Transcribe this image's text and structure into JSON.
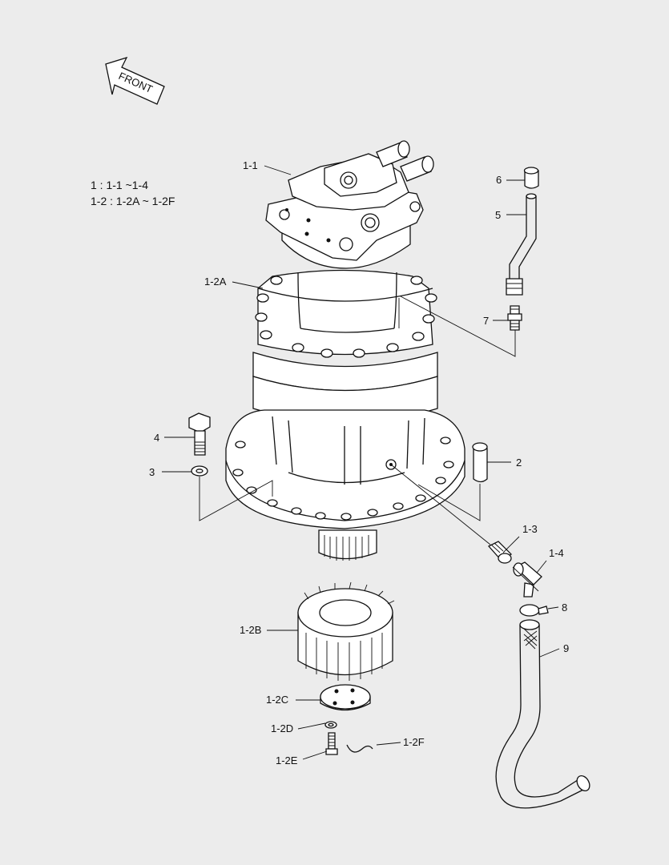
{
  "front_arrow": {
    "label": "FRONT"
  },
  "notes": {
    "line1": "1 : 1-1 ~1-4",
    "line2": "1-2 : 1-2A ~ 1-2F"
  },
  "callouts": {
    "c1_1": "1-1",
    "c1_2a": "1-2A",
    "c1_2b": "1-2B",
    "c1_2c": "1-2C",
    "c1_2d": "1-2D",
    "c1_2e": "1-2E",
    "c1_2f": "1-2F",
    "c1_3": "1-3",
    "c1_4": "1-4",
    "c2": "2",
    "c3": "3",
    "c4": "4",
    "c5": "5",
    "c6": "6",
    "c7": "7",
    "c8": "8",
    "c9": "9"
  }
}
